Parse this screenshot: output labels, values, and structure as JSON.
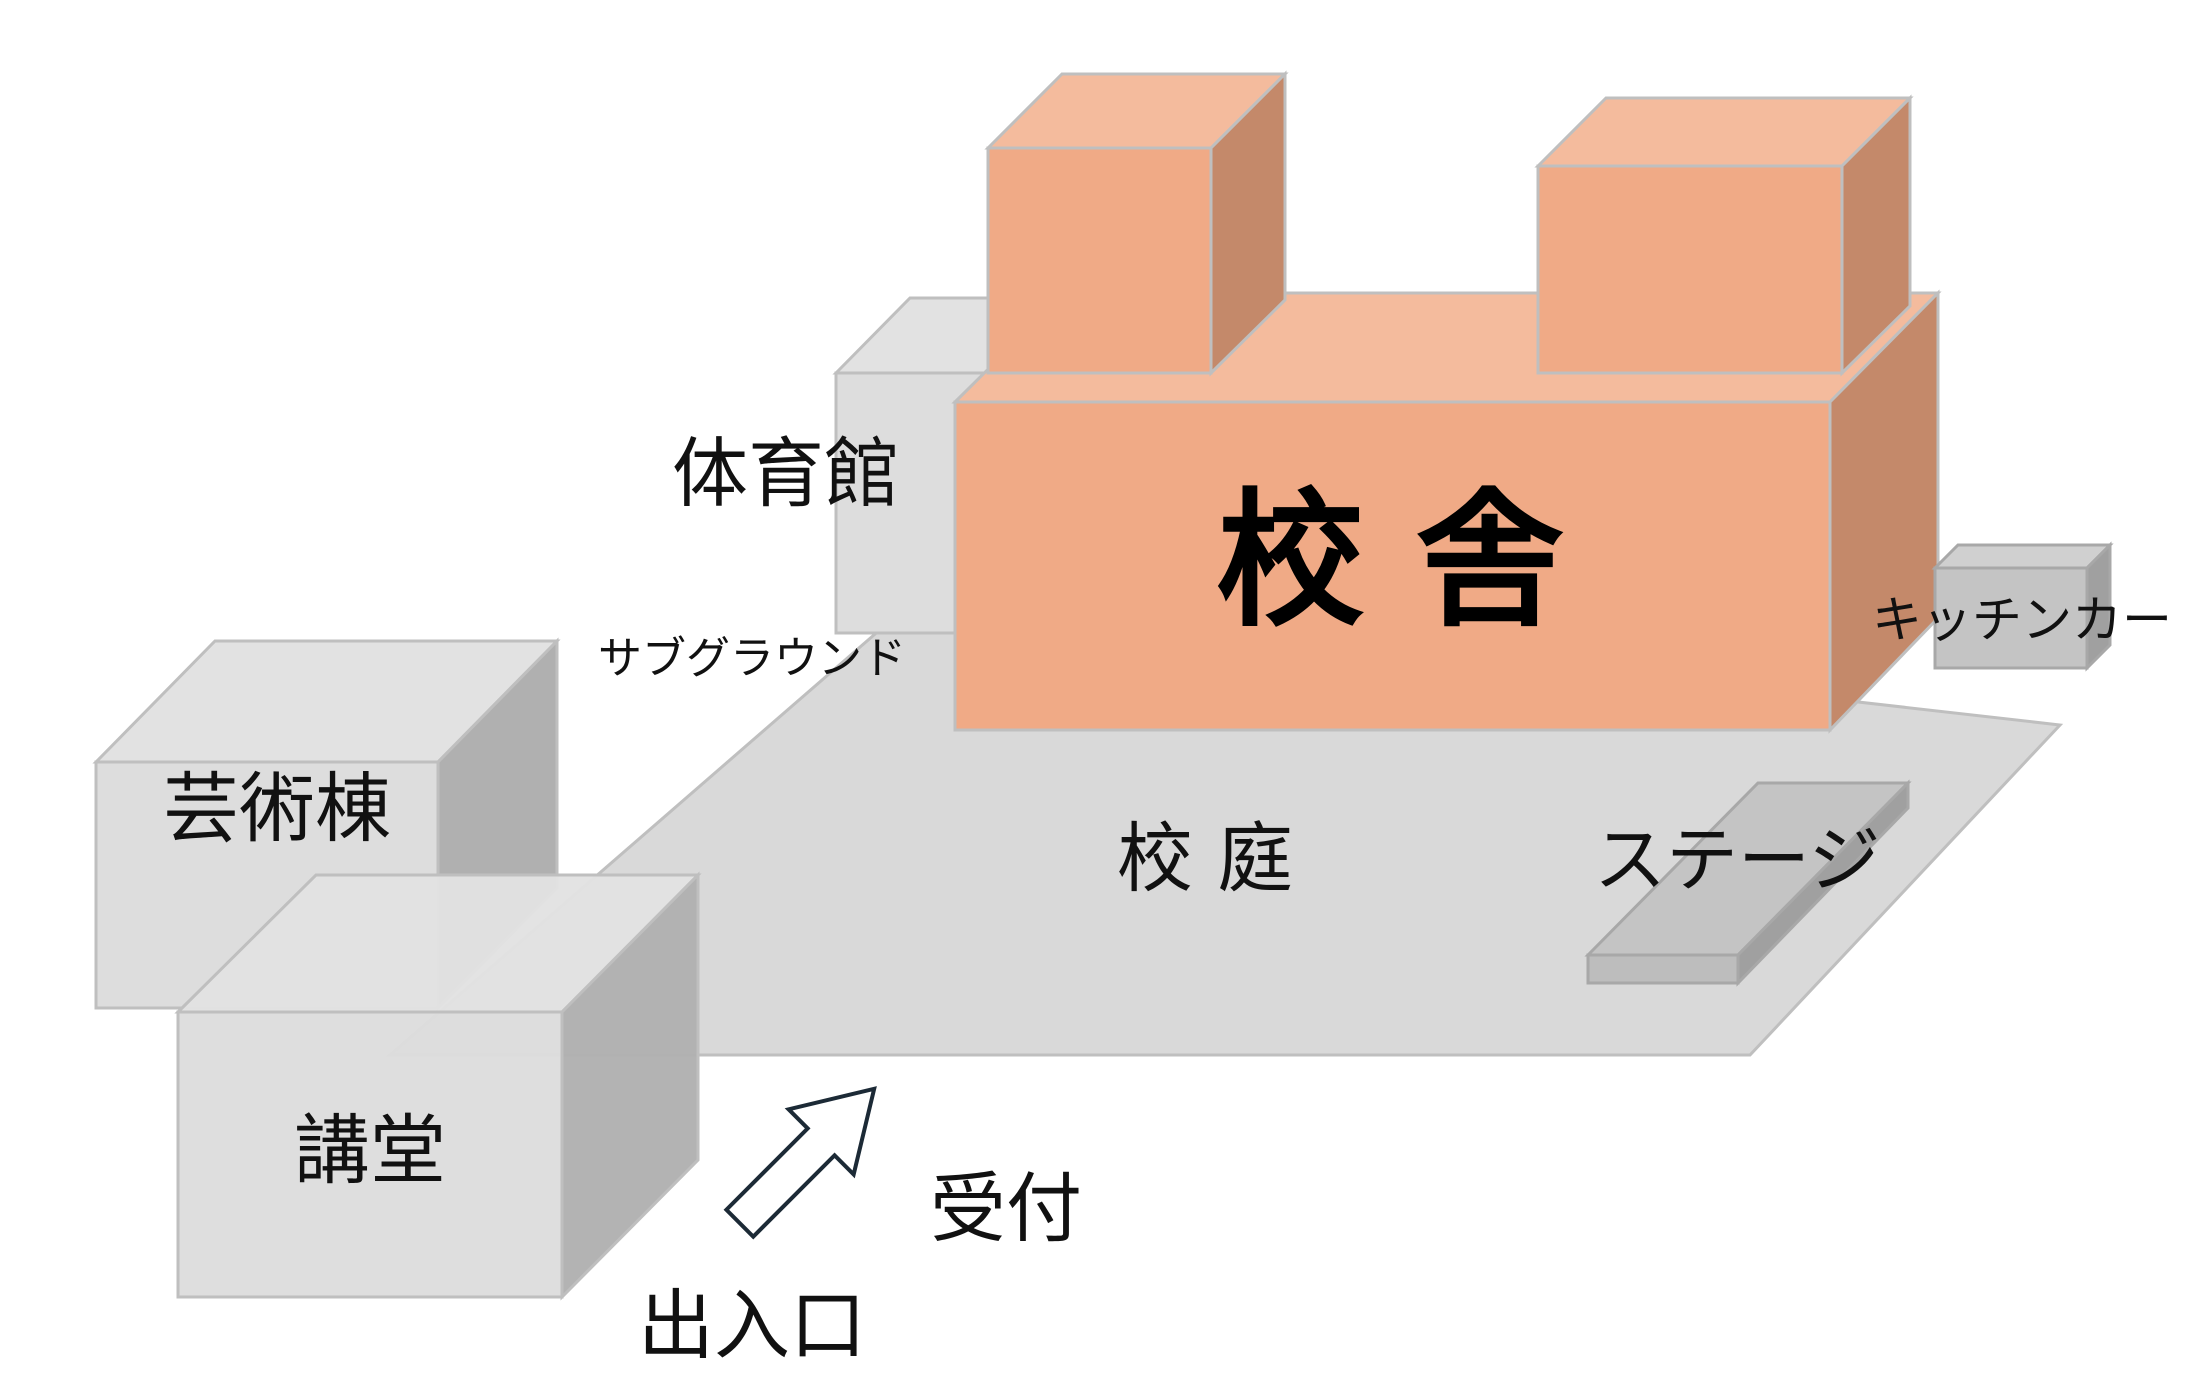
{
  "labels": {
    "gymnasium": "体育館",
    "main_building": "校 舎",
    "sub_ground": "サブグラウンド",
    "kitchen_car": "キッチンカー",
    "art_building": "芸術棟",
    "courtyard": "校 庭",
    "stage": "ステージ",
    "auditorium": "講堂",
    "reception": "受付",
    "entrance": "出入口"
  },
  "colors": {
    "building_front": "#f0aa86",
    "building_top": "#f4bb9d",
    "building_side": "#c4896a",
    "grey_front": "#dddddd",
    "grey_top": "#e2e2e2",
    "grey_side": "#b0b0b0",
    "ground": "#d9d9d9",
    "outline": "#bfbfbf"
  },
  "icons": {
    "entrance_arrow": "arrow-up-right-icon"
  }
}
